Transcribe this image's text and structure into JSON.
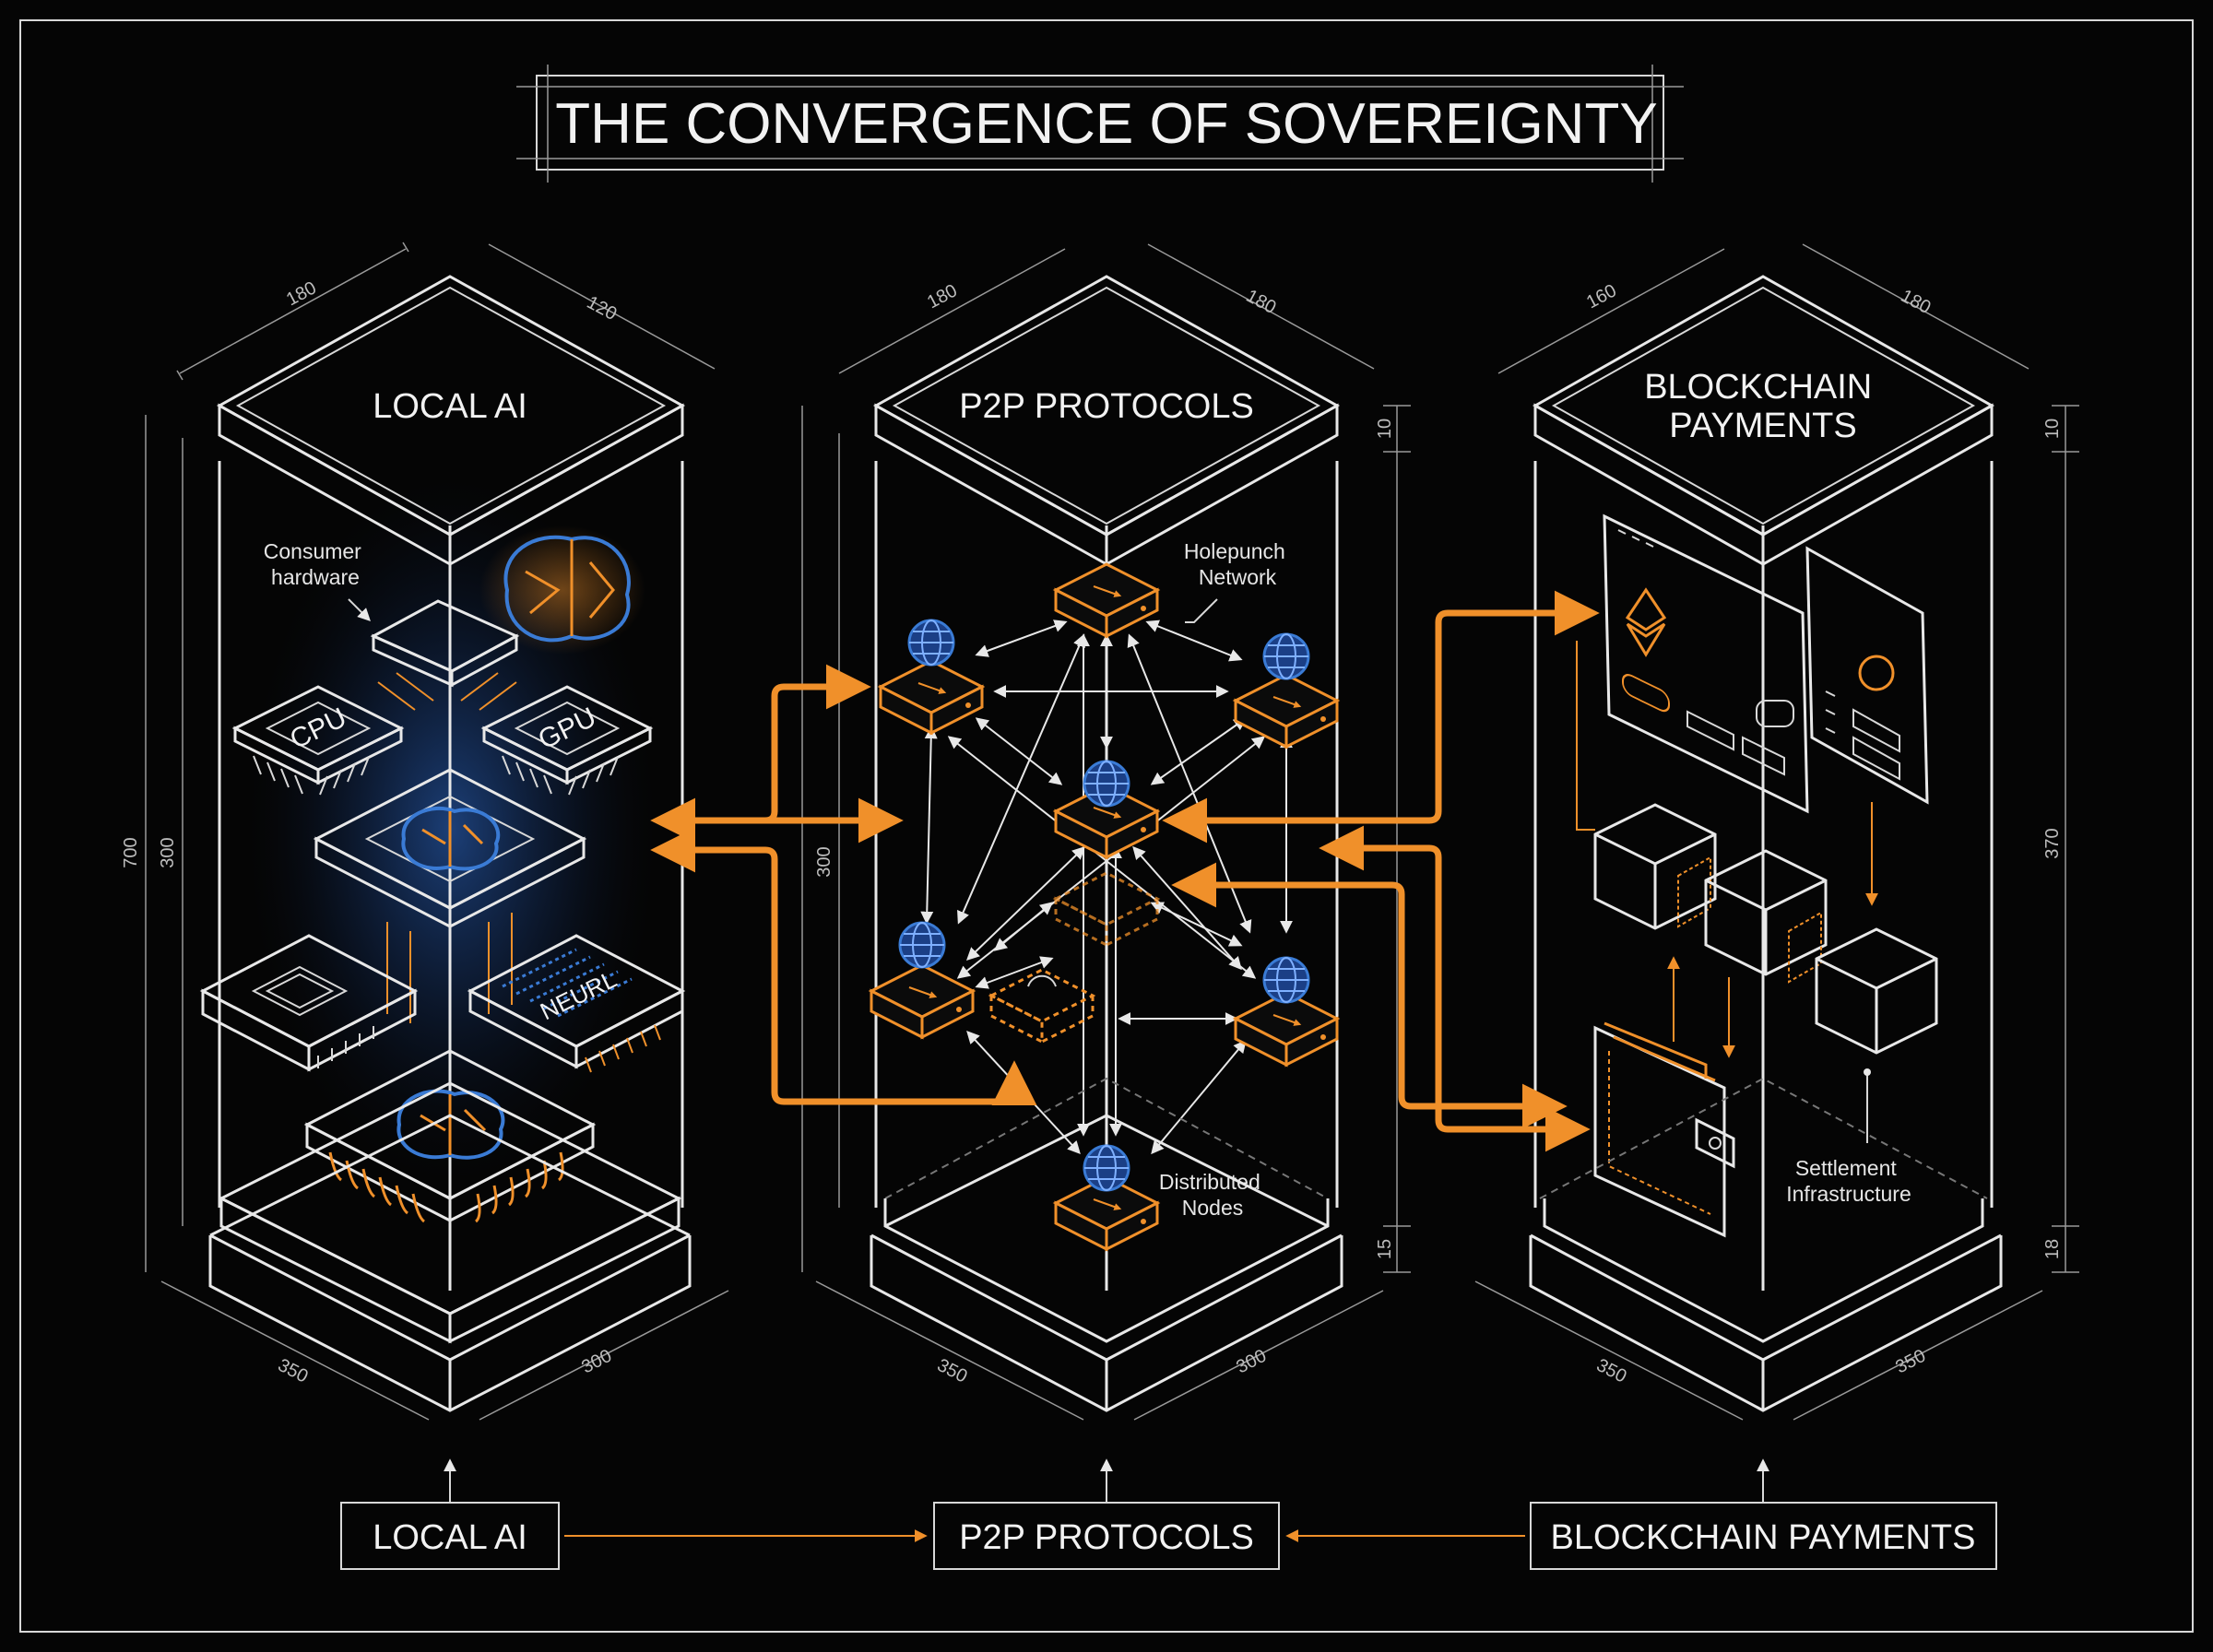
{
  "title": "THE CONVERGENCE OF SOVEREIGNTY",
  "pillars": [
    {
      "id": "local-ai",
      "top_label": "LOCAL AI",
      "bottom_label": "LOCAL AI"
    },
    {
      "id": "p2p",
      "top_label": "P2P PROTOCOLS",
      "bottom_label": "P2P PROTOCOLS"
    },
    {
      "id": "blockchain",
      "top_label_line1": "BLOCKCHAIN",
      "top_label_line2": "PAYMENTS",
      "bottom_label": "BLOCKCHAIN PAYMENTS"
    }
  ],
  "annotations": {
    "consumer_hardware_1": "Consumer",
    "consumer_hardware_2": "hardware",
    "holepunch_1": "Holepunch",
    "holepunch_2": "Network",
    "distributed_1": "Distributed",
    "distributed_2": "Nodes",
    "settlement_1": "Settlement",
    "settlement_2": "Infrastructure"
  },
  "chips": {
    "cpu": "CPU",
    "gpu": "GPU",
    "neural": "NEURL"
  },
  "dimensions": {
    "left": {
      "top_a": "180",
      "top_b": "120",
      "height_outer": "700",
      "height_inner": "300",
      "base_a": "350",
      "base_b": "300"
    },
    "middle": {
      "top_a": "180",
      "top_b": "180",
      "height_inner": "300",
      "cap": "10",
      "base_h": "15",
      "base_a": "350",
      "base_b": "300"
    },
    "right": {
      "top_a": "160",
      "top_b": "180",
      "height": "370",
      "cap": "10",
      "base_h": "18",
      "base_a": "350",
      "base_b": "350"
    }
  },
  "colors": {
    "background": "#050505",
    "line": "#e8e8e8",
    "accent_orange": "#f0902a",
    "accent_blue": "#3a7bd5"
  }
}
